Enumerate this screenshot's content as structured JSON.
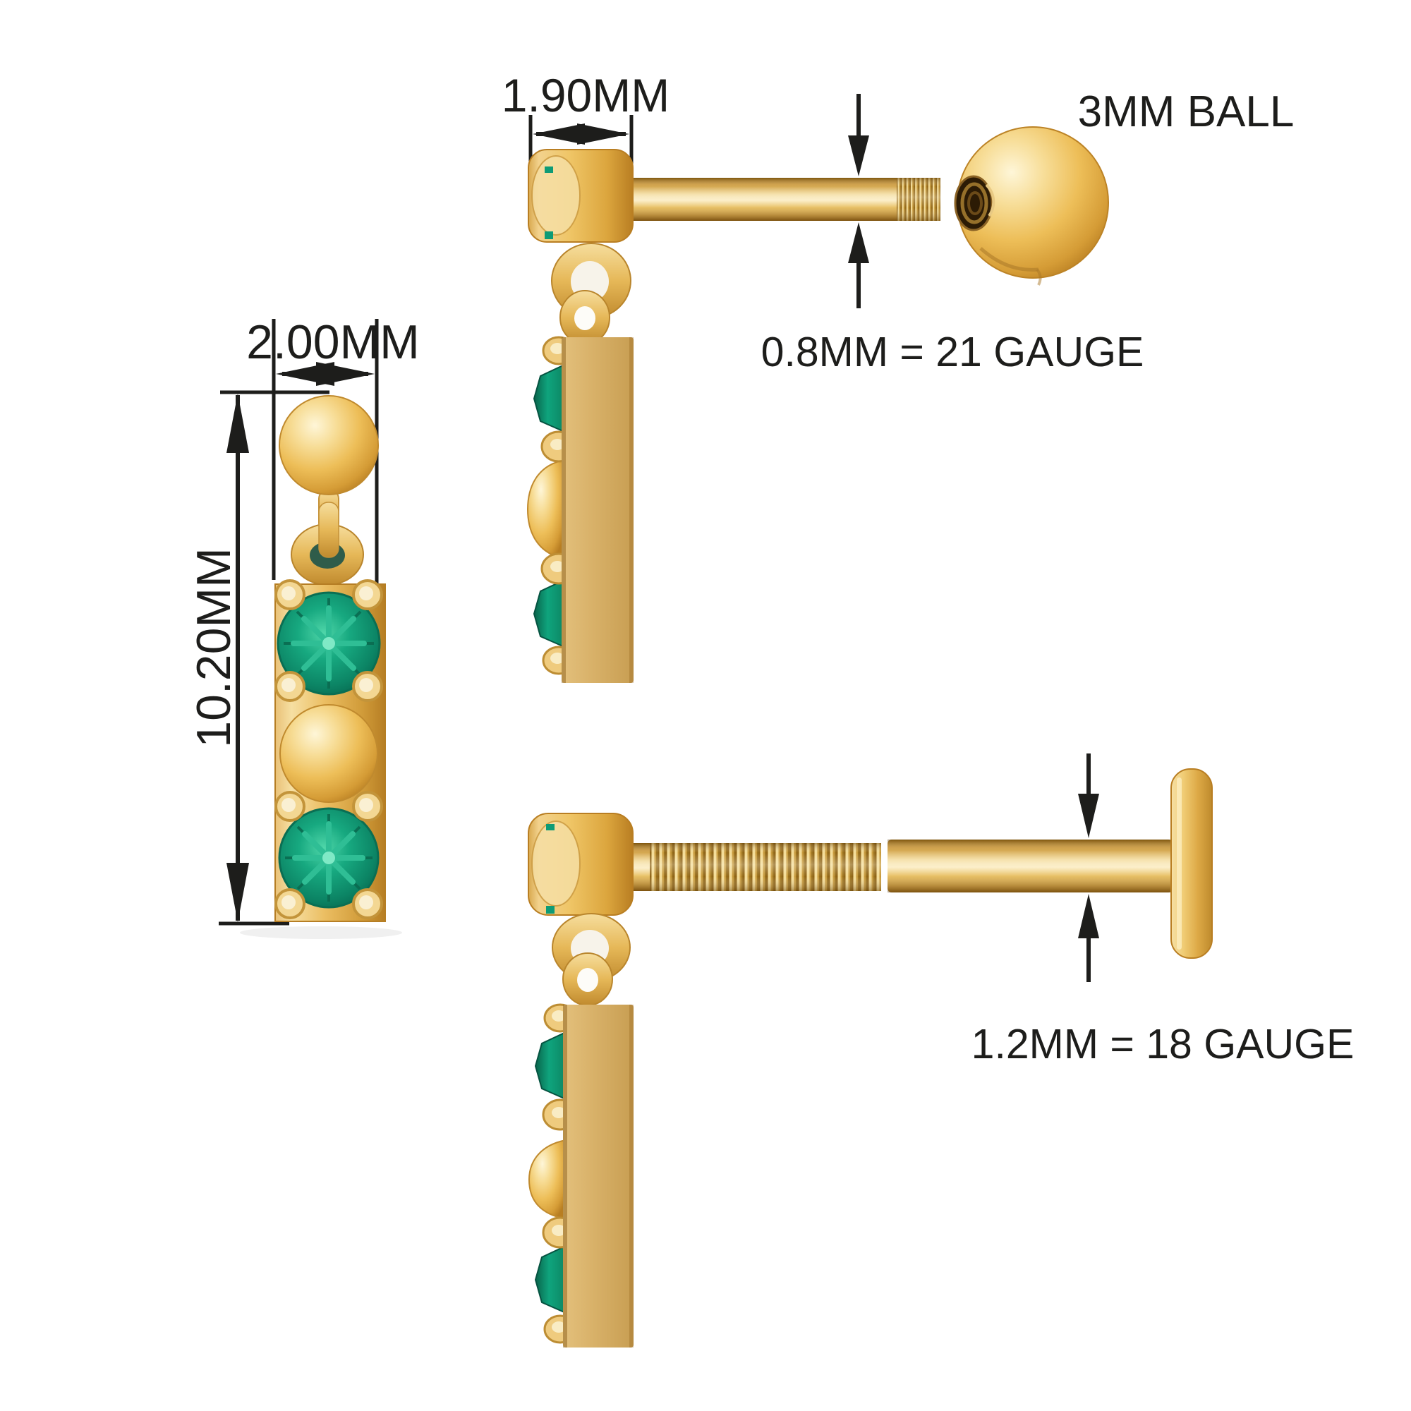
{
  "diagram_title": "Emerald bar drop piercing earring dimension diagram",
  "labels": {
    "stud_head_width": "1.90MM",
    "ball_size": "3MM BALL",
    "gauge_top": "0.8MM = 21 GAUGE",
    "drop_width": "2.00MM",
    "drop_height": "10.20MM",
    "gauge_bottom": "1.2MM = 18 GAUGE"
  },
  "colors": {
    "background": "#FFFFFF",
    "dimension_ink": "#1D1D1B",
    "gold_highlight": "#FEF4D2",
    "gold_mid": "#E9BD62",
    "gold_shadow": "#B67C22",
    "emerald": "#0E9B76",
    "emerald_dark": "#066049"
  },
  "views": {
    "front_view": "dangle earring front elevation",
    "side_view_top": "21 gauge threaded stud side view",
    "ball_closure": "screw-on ball closure",
    "side_view_bottom": "18 gauge labret stud side view"
  }
}
